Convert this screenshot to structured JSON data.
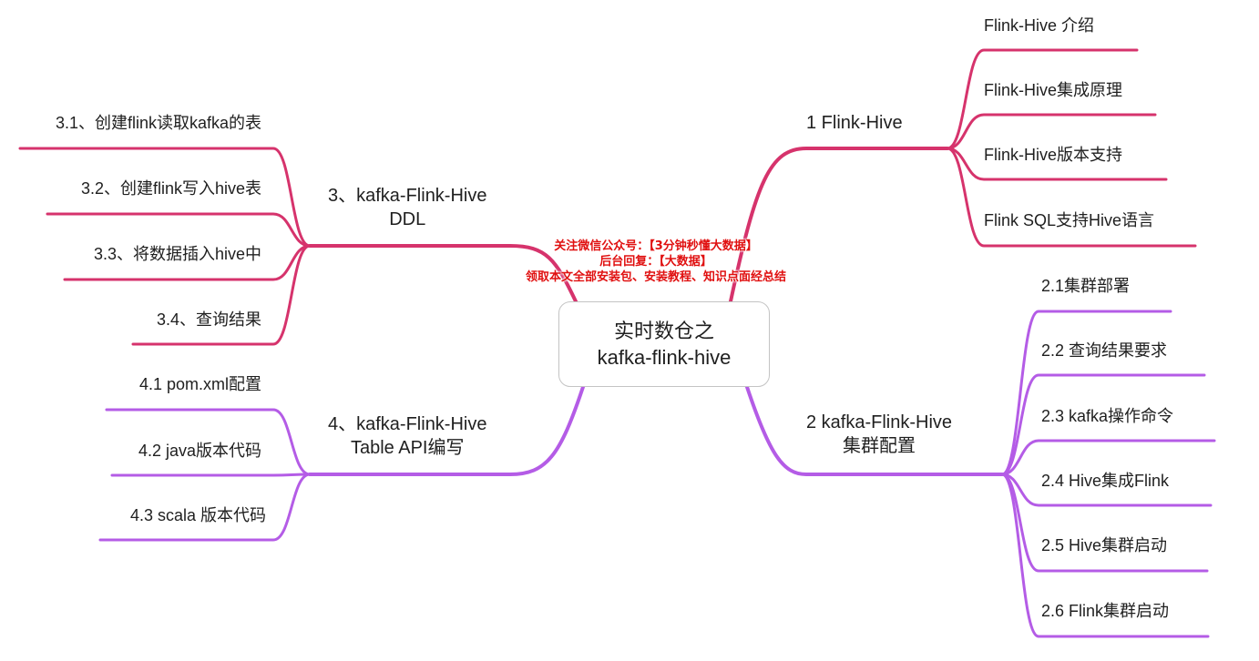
{
  "root": {
    "line1": "实时数仓之",
    "line2": "kafka-flink-hive"
  },
  "colors": {
    "pink": "#d6336c",
    "purple": "#b45ce6",
    "watermark": "#e01010"
  },
  "watermark": {
    "line1": "关注微信公众号：【3分钟秒懂大数据】",
    "line2": "后台回复：【大数据】",
    "line3": "领取本文全部安装包、安装教程、知识点面经总结"
  },
  "branches": [
    {
      "id": "b1",
      "side": "right",
      "color": "pink",
      "lines": [
        "1 Flink-Hive"
      ],
      "children": [
        "Flink-Hive 介绍",
        "Flink-Hive集成原理",
        "Flink-Hive版本支持",
        "Flink SQL支持Hive语言"
      ]
    },
    {
      "id": "b2",
      "side": "right",
      "color": "purple",
      "lines": [
        "2 kafka-Flink-Hive",
        "集群配置"
      ],
      "children": [
        "2.1集群部署",
        "2.2 查询结果要求",
        "2.3 kafka操作命令",
        "2.4 Hive集成Flink",
        "2.5 Hive集群启动",
        "2.6 Flink集群启动"
      ]
    },
    {
      "id": "b3",
      "side": "left",
      "color": "pink",
      "lines": [
        "3、kafka-Flink-Hive",
        "DDL"
      ],
      "children": [
        "3.1、创建flink读取kafka的表",
        "3.2、创建flink写入hive表",
        "3.3、将数据插入hive中",
        "3.4、查询结果"
      ]
    },
    {
      "id": "b4",
      "side": "left",
      "color": "purple",
      "lines": [
        "4、kafka-Flink-Hive",
        "Table API编写"
      ],
      "children": [
        "4.1 pom.xml配置",
        "4.2 java版本代码",
        "4.3  scala 版本代码"
      ]
    }
  ]
}
